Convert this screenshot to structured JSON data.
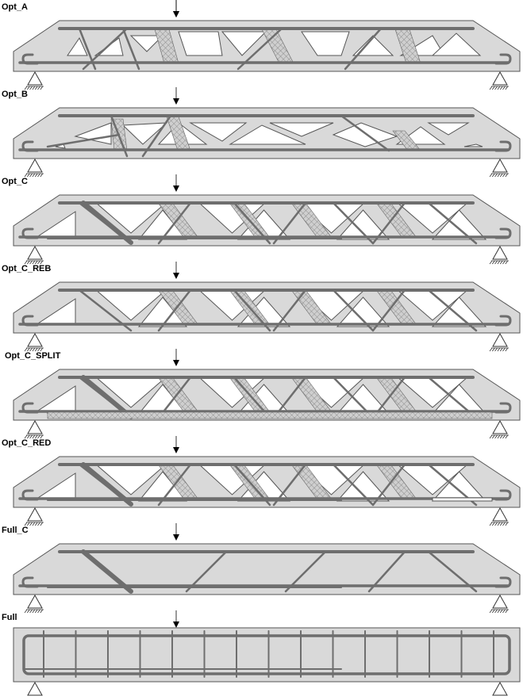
{
  "beams": [
    {
      "id": "opt_a",
      "label": "Opt_A"
    },
    {
      "id": "opt_b",
      "label": "Opt_B"
    },
    {
      "id": "opt_c",
      "label": "Opt_C"
    },
    {
      "id": "opt_c_reb",
      "label": "Opt_C_REB"
    },
    {
      "id": "opt_c_split",
      "label": "Opt_C_SPLIT"
    },
    {
      "id": "opt_c_red",
      "label": "Opt_C_RED"
    },
    {
      "id": "full_c",
      "label": "Full_C"
    },
    {
      "id": "full",
      "label": "Full"
    }
  ],
  "colors": {
    "concrete": "#d9d9d9",
    "rebar": "#6e6e6e",
    "outline": "#555555"
  }
}
